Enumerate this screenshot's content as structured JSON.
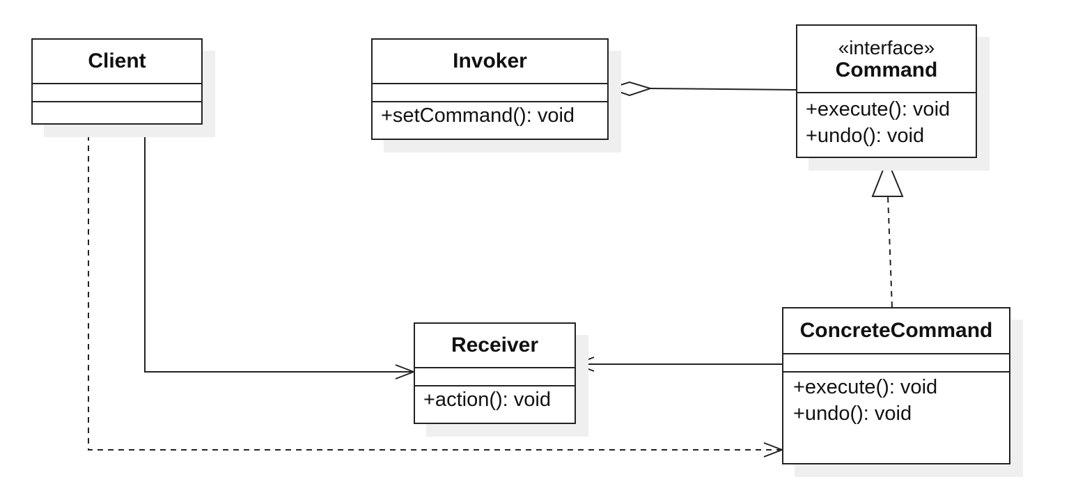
{
  "diagram": {
    "classes": {
      "client": {
        "name": "Client",
        "attributes": [],
        "operations": []
      },
      "invoker": {
        "name": "Invoker",
        "attributes": [],
        "operations": [
          "+setCommand(): void"
        ]
      },
      "command": {
        "stereotype": "«interface»",
        "name": "Command",
        "operations": [
          "+execute(): void",
          "+undo(): void"
        ]
      },
      "receiver": {
        "name": "Receiver",
        "attributes": [],
        "operations": [
          "+action(): void"
        ]
      },
      "concrete": {
        "name": "ConcreteCommand",
        "attributes": [],
        "operations": [
          "+execute(): void",
          "+undo(): void"
        ]
      }
    },
    "relationships": [
      {
        "type": "aggregation",
        "from": "Invoker",
        "to": "Command"
      },
      {
        "type": "realization",
        "from": "ConcreteCommand",
        "to": "Command"
      },
      {
        "type": "association",
        "from": "Client",
        "to": "Receiver"
      },
      {
        "type": "association",
        "from": "ConcreteCommand",
        "to": "Receiver"
      },
      {
        "type": "dependency",
        "from": "Client",
        "to": "ConcreteCommand"
      }
    ],
    "colors": {
      "line": "#222222",
      "shadow": "#efefef",
      "background": "#ffffff"
    }
  }
}
